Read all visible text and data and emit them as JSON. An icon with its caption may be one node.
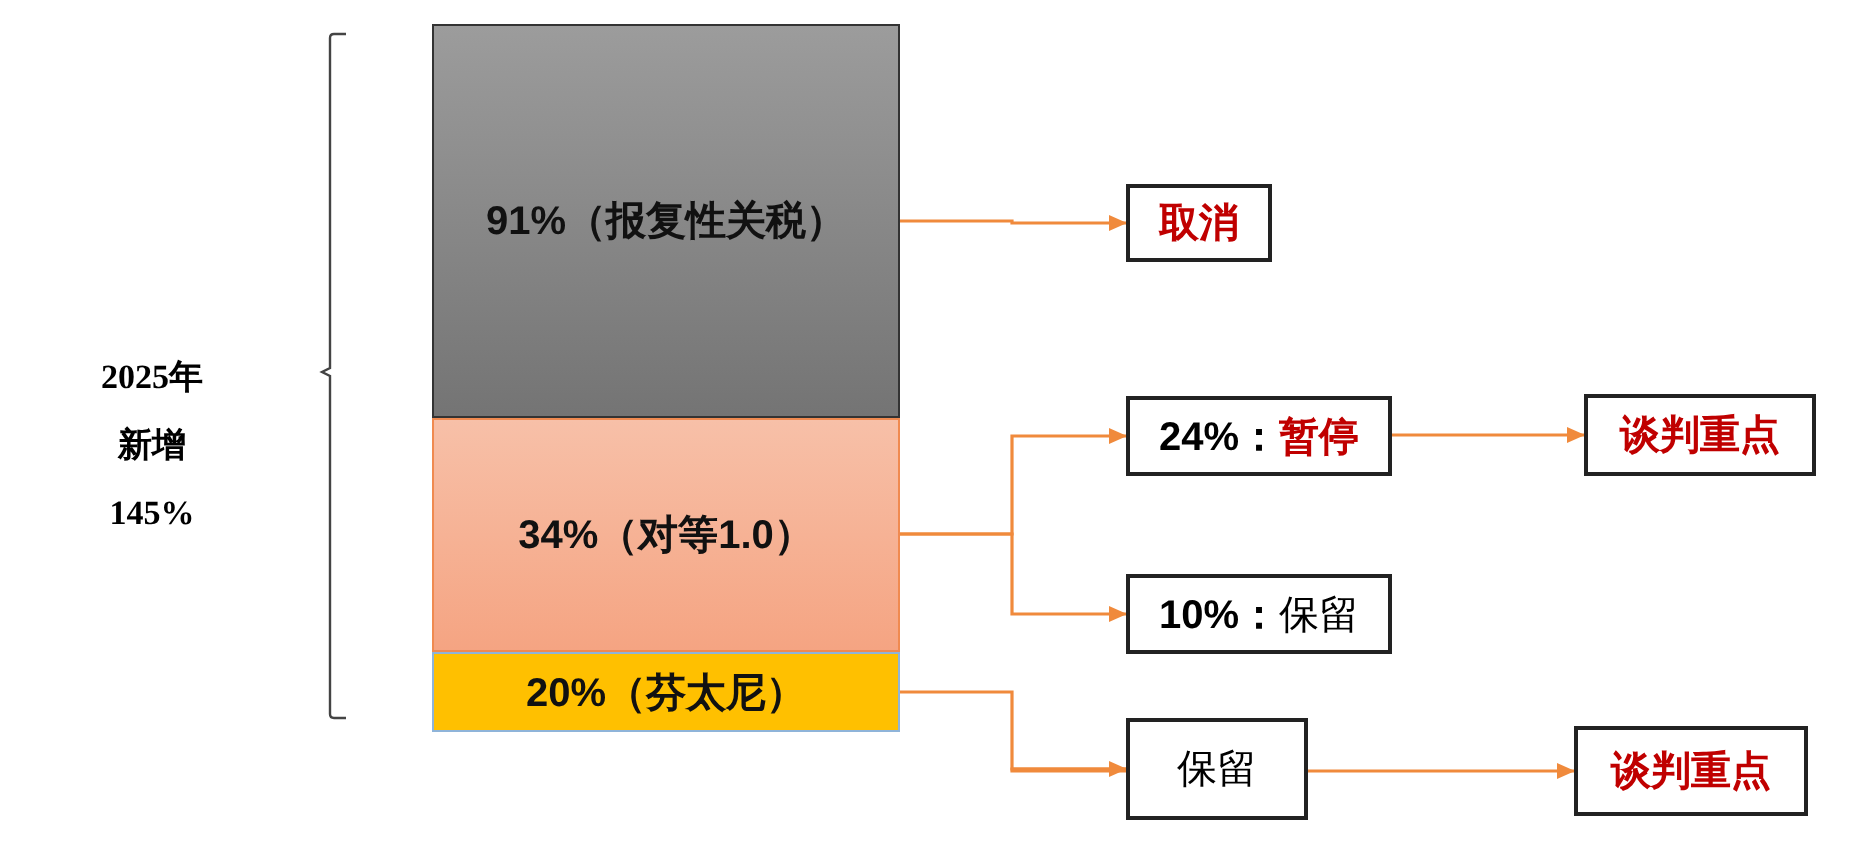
{
  "diagram": {
    "nodes": [
      {
        "text": [
          "91%（报复性关税）"
        ]
      },
      {
        "text": [
          "34%（对等1.0）"
        ]
      },
      {
        "text": [
          "20%（芬太尼）"
        ]
      },
      {
        "text": [
          "取消"
        ]
      },
      {
        "text": [
          "24%：",
          "暂停"
        ]
      },
      {
        "text": [
          "谈判重点"
        ]
      },
      {
        "text": [
          "**10%：**保留"
        ]
      },
      {
        "text": [
          "保留"
        ]
      },
      {
        "text": [
          "谈判重点"
        ]
      }
    ],
    "edges": [
      {
        "from": 0,
        "to": 3,
        "arrow": "to"
      },
      {
        "from": 1,
        "to": 4,
        "arrow": "to"
      },
      {
        "from": 1,
        "to": 6,
        "arrow": "to"
      },
      {
        "from": 2,
        "to": 7,
        "arrow": "to"
      },
      {
        "from": 4,
        "to": 5,
        "arrow": "to"
      },
      {
        "from": 7,
        "to": 8,
        "arrow": "to"
      }
    ],
    "labels": [
      "2025年新增145%"
    ]
  }
}
